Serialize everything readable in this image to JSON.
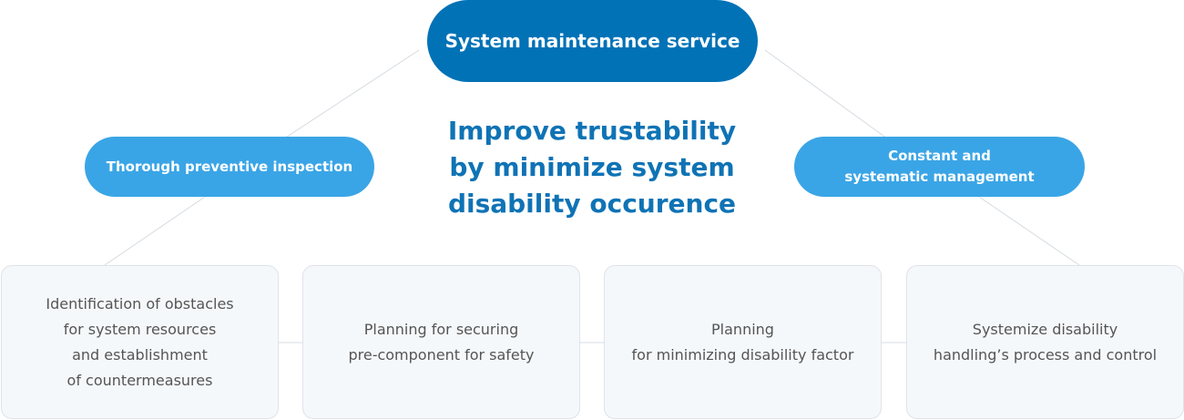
{
  "diagram": {
    "top": {
      "label": "System maintenance service"
    },
    "left": {
      "label": "Thorough preventive inspection"
    },
    "right": {
      "label": "Constant and\nsystematic management"
    },
    "center_heading": "Improve trustability\nby minimize system\ndisability occurence",
    "boxes": [
      {
        "text": "Identification of obstacles\nfor system resources\nand establishment\nof countermeasures"
      },
      {
        "text": "Planning for securing\npre-component for safety"
      },
      {
        "text": "Planning\nfor minimizing disability factor"
      },
      {
        "text": "Systemize disability\nhandling’s process and control"
      }
    ]
  },
  "colors": {
    "primary": "#0272b6",
    "secondary": "#3aa5e6",
    "heading": "#0f73b5",
    "box_bg": "#f5f8fb",
    "box_border": "#dfe3e8",
    "connector": "#d6dbe0",
    "box_text": "#555555"
  }
}
